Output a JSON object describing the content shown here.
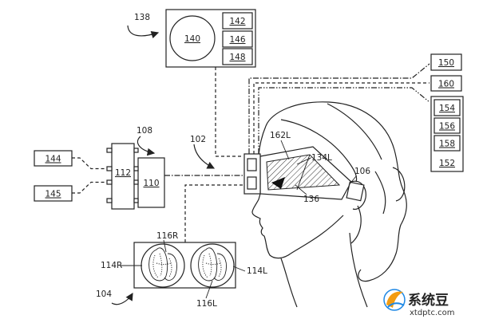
{
  "top_block": {
    "label": "138",
    "circle_label": "140",
    "items": [
      "142",
      "146",
      "148"
    ]
  },
  "left_block": {
    "label": "108",
    "chip_label": "112",
    "module_label": "110"
  },
  "input_boxes": [
    "144",
    "145"
  ],
  "right_blocks": {
    "box_a": "150",
    "box_b": "160",
    "stack_items": [
      "154",
      "156",
      "158"
    ],
    "stack_label": "152"
  },
  "headset": {
    "label": "102",
    "ref_162l": "162L",
    "ref_134l": "134L",
    "ref_106": "106",
    "ref_136": "136"
  },
  "bottom_block": {
    "label": "104",
    "ref_116r": "116R",
    "ref_114r": "114R",
    "ref_114l": "114L",
    "ref_116l": "116L"
  },
  "watermark": {
    "brand": "系统豆",
    "url": "xtdptc.com"
  },
  "colors": {
    "line": "#222222",
    "logo_orange": "#f39c12",
    "logo_blue": "#1e88e5"
  }
}
